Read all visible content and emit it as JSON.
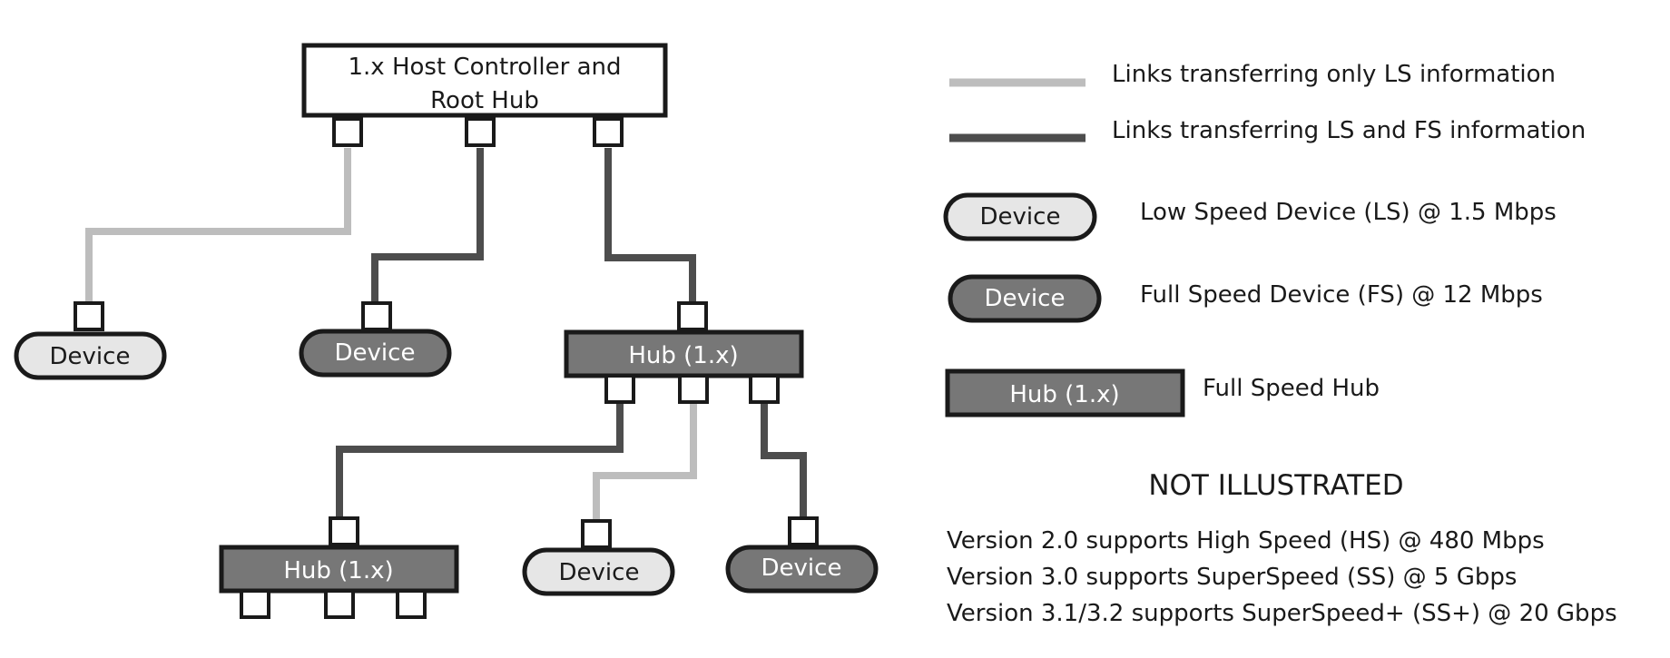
{
  "diagram": {
    "host": {
      "line1": "1.x Host Controller and",
      "line2": "Root Hub"
    },
    "nodes": {
      "root_ls_device": "Device",
      "root_fs_device": "Device",
      "root_hub": "Hub (1.x)",
      "child_hub": "Hub (1.x)",
      "child_ls_device": "Device",
      "child_fs_device": "Device"
    }
  },
  "legend": {
    "ls_link": "Links transferring only LS information",
    "ls_fs_link": "Links transferring LS and FS information",
    "ls_device_sample": "Device",
    "ls_device_desc": "Low Speed Device (LS) @ 1.5 Mbps",
    "fs_device_sample": "Device",
    "fs_device_desc": "Full Speed Device (FS) @ 12 Mbps",
    "hub_sample": "Hub (1.x)",
    "hub_desc": "Full Speed Hub"
  },
  "not_illustrated": {
    "heading": "NOT ILLUSTRATED",
    "lines": [
      "Version 2.0 supports High Speed (HS) @ 480 Mbps",
      "Version 3.0 supports SuperSpeed (SS) @ 5 Gbps",
      "Version 3.1/3.2 supports SuperSpeed+ (SS+) @ 20 Gbps"
    ]
  },
  "colors": {
    "ls_link": "#bdbdbd",
    "ls_fs_link": "#4d4d4d",
    "ls_device_fill": "#e6e6e6",
    "fs_device_fill": "#777777",
    "hub_fill": "#777777",
    "outline": "#1a1a1a"
  }
}
